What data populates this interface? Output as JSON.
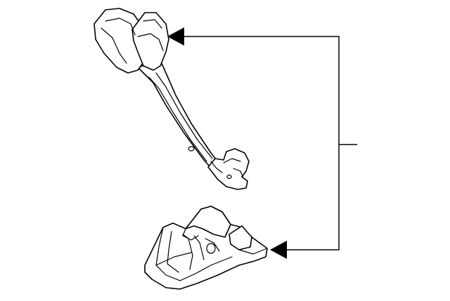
{
  "diagram": {
    "colors": {
      "background": "#ffffff",
      "ink": "#000000"
    },
    "parts": [
      {
        "name": "seat-belt-buckle-upper-part"
      },
      {
        "name": "seat-belt-buckle-base-bracket"
      }
    ],
    "callouts": [
      {
        "name": "callout-arrow-upper",
        "points_to": "seat-belt-buckle-upper-part"
      },
      {
        "name": "callout-arrow-lower",
        "points_to": "seat-belt-buckle-base-bracket"
      }
    ]
  }
}
